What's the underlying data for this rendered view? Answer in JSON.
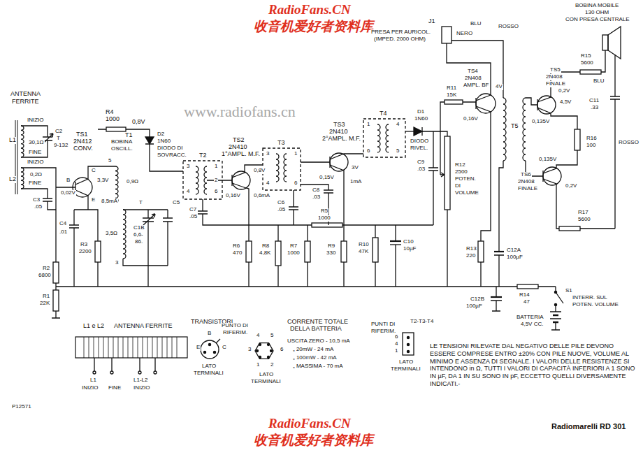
{
  "diagram": {
    "title": "Radiomarelli RD 301",
    "labels": [
      "RadioFans.CN",
      "收音机爱好者资料库",
      "www.radiofans.cn",
      "RadioFans.CN",
      "收音机爱好者资料库",
      "ANTENNA",
      "FERRITE",
      "INIZIO",
      "L1",
      "30,1Ω",
      "FINE",
      "INIZIO",
      "0,2Ω",
      "L2",
      "FINE",
      "C2",
      "T",
      "9-132",
      "TS1",
      "2N412",
      "CONV.",
      "B",
      "C",
      "E",
      "3,3V",
      "0,02V",
      "C3",
      ".05",
      "8,5mA",
      "R4",
      "1000",
      "0,8V",
      "T1",
      "BOBINA",
      "OSCILL.",
      "D2",
      "1N60",
      "DIODO DI",
      "SOVRACC.",
      "5",
      "0,9Ω",
      "3,5Ω",
      "3",
      "T",
      "C1B",
      "6,6-",
      "86.",
      "C5",
      "C4",
      ".01",
      "R3",
      "2200",
      "R2",
      "6800",
      "R1",
      "22K",
      "T2",
      "3",
      "1",
      "4",
      "2",
      "6",
      "TS2",
      "2N410",
      "1°AMPL. M.F.",
      "0,8V",
      "0,16V",
      "0,6mA",
      "C7",
      ".05",
      "R6",
      "470",
      "R8",
      "4,8K",
      "R7",
      "1000",
      "T3",
      "3",
      "1",
      "4",
      "6",
      "C6",
      ".05",
      "R5",
      "1000",
      "R9",
      "330",
      "TS3",
      "2N410",
      "2°AMPL. M.F.",
      "3V",
      "0,15V",
      "1mA",
      "C8",
      ".03",
      "R10",
      "47K",
      "C10",
      "10µF",
      "T4",
      "1",
      "4",
      "6",
      "5",
      "D1",
      "1N60",
      "DIODO",
      "RIVEL.",
      "C9",
      ".03",
      "R11",
      "15K",
      "R12",
      "2500",
      "POTEN.",
      "DI",
      "VOLUME",
      "J1",
      "PRESA PER AURICOL.",
      "(IMPED. 2000 OHM)",
      "NERO",
      "BLU",
      "ROSSO",
      "TS4",
      "2N408",
      "AMPL. BF",
      "4V",
      "0,16V",
      "TS5",
      "2N408",
      "FINALE",
      "T5",
      "0,2V",
      "4,5V",
      "0,135V",
      "R15",
      "5600",
      "R16",
      "100",
      "TS6",
      "2N408",
      "FINALE",
      "0,135V",
      "0,2V",
      "R17",
      "5600",
      "BOBINA MOBILE",
      "130 OHM",
      "CON PRESA CENTRALE",
      "C11",
      ".33",
      "ROSSO",
      "BLU",
      "R13",
      "220",
      "C12A",
      "100µF",
      "R14",
      "47",
      "C12B",
      "100µF",
      "S1",
      "INTERR. SUL",
      "POTEN. VOLUME",
      "BATTERIA",
      "4,5V CC.",
      "L1 e L2",
      "ANTENNA FERRITE",
      "L1",
      "INIZIO",
      "FINE",
      "L1-L2",
      "INIZIO",
      "TRANSISTORI",
      "B",
      "E",
      "C",
      "PUNTO DI",
      "RIFERIM.",
      "LATO",
      "TERMINALI",
      "4",
      "5",
      "3",
      "6",
      "1",
      "2",
      "LATO",
      "TERMINALI",
      "CORRENTE TOTALE",
      "DELLA BATTERIA",
      "USCITA ZERO - 10,5 mA",
      "„ 20mW - 24 mA",
      "„ 100mW - 42 mA",
      "„ MASSIMA - 70 mA",
      "PUNTI DI",
      "RIFERIM.",
      "T2-T3-T4",
      "6",
      "4",
      "1",
      "LATO",
      "TERMINALI",
      "LE TENSIONI RILEVATE DAL NEGATIVO DELLE PILE DEVONO ESSERE COMPRESE ENTRO ±20% CON PILE NUOVE, VOLUME AL MINIMO E ASSENZA DI SEGNALE. I VALORI DELLE RESISTENZE SI INTENDONO in Ω, TUTTI I VALORI DI CAPACITÀ INFERIORI A 1 SONO IN µF, DA 1 IN SU SONO IN pF, ECCETTO QUELLI DIVERSAMENTE INDICATI.-",
      "P12571"
    ]
  }
}
